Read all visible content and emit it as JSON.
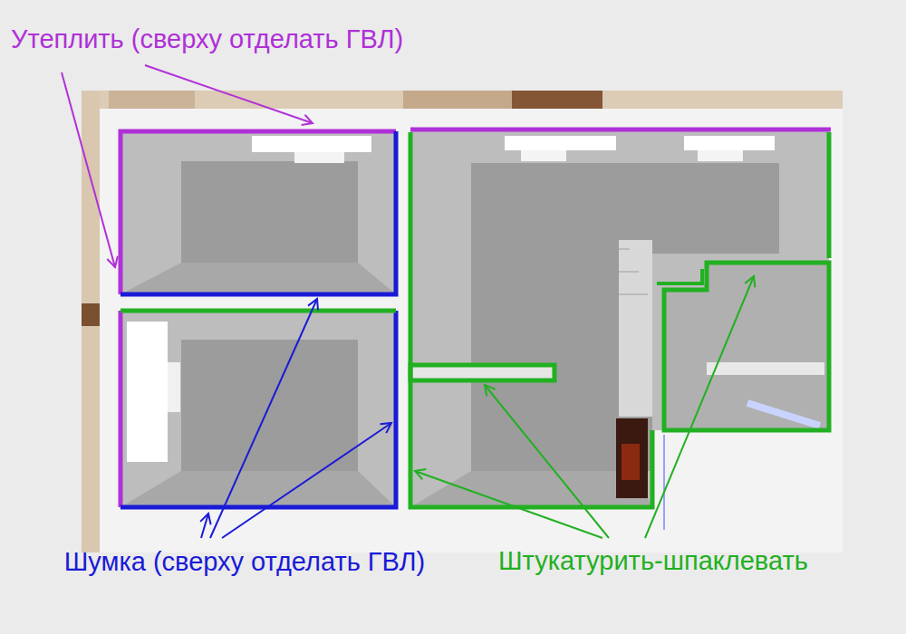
{
  "diagram": {
    "labels": [
      "Утеплить (сверху отделать ГВЛ)",
      "Шумка (сверху отделать ГВЛ)",
      "Штукатурить-шпаклевать"
    ]
  }
}
